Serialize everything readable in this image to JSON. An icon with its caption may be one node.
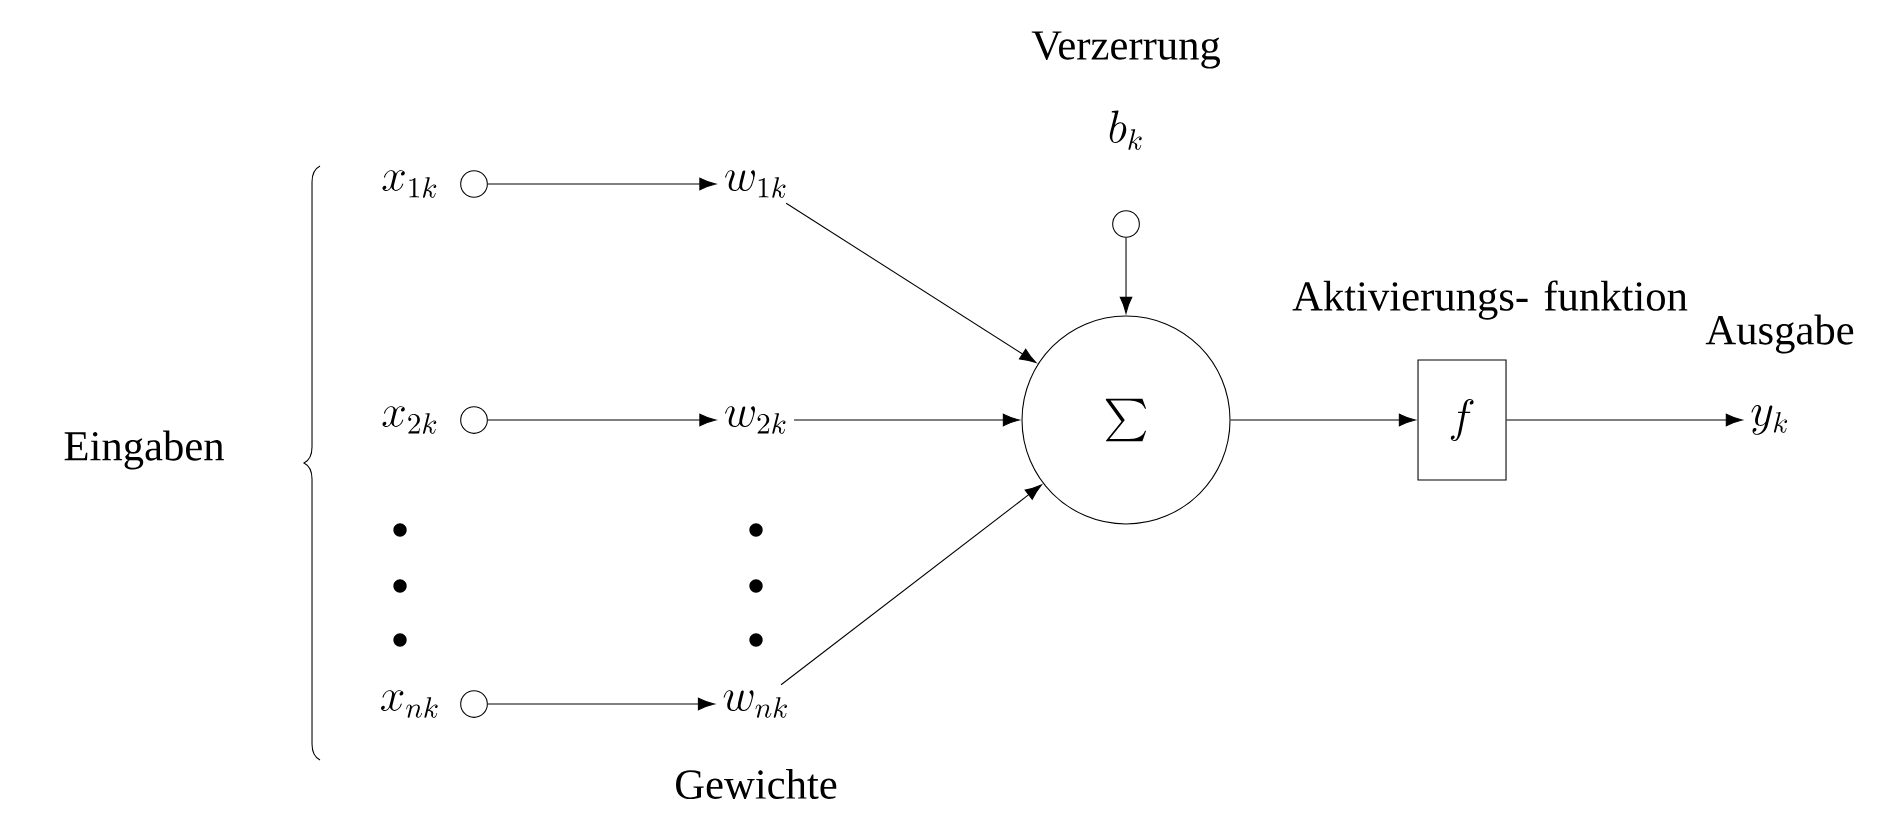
{
  "diagram": {
    "nodes": [
      {
        "text": [],
        "shape": "circle",
        "beside": [
          "x_{1k}"
        ]
      },
      {
        "text": [
          "w_{1k}"
        ]
      },
      {
        "text": [],
        "shape": "circle",
        "beside": [
          "x_{2k}"
        ]
      },
      {
        "text": [
          "w_{2k}"
        ]
      },
      {
        "text": [],
        "shape": "circle",
        "beside": [
          "x_{nk}"
        ]
      },
      {
        "text": [
          "w_{nk}"
        ]
      },
      {
        "text": [
          "\\sum"
        ]
      },
      {
        "text": [],
        "shape": "circle",
        "beside": [
          "Verzerrung",
          "b_k"
        ]
      },
      {
        "text": [
          "f"
        ],
        "beside": [
          "Aktivierungs- funktion"
        ]
      },
      {
        "text": [
          "y_k"
        ],
        "beside": [
          "Ausgabe"
        ]
      }
    ],
    "edges": [
      {
        "from": 0,
        "to": 1,
        "arrow": "to"
      },
      {
        "from": 2,
        "to": 3,
        "arrow": "to"
      },
      {
        "from": 4,
        "to": 5,
        "arrow": "to"
      },
      {
        "from": 1,
        "to": 6,
        "arrow": "to"
      },
      {
        "from": 3,
        "to": 6,
        "arrow": "to"
      },
      {
        "from": 5,
        "to": 6,
        "arrow": "to"
      },
      {
        "from": 7,
        "to": 6,
        "arrow": "to"
      },
      {
        "from": 6,
        "to": 8,
        "arrow": "to"
      },
      {
        "from": 8,
        "to": 9,
        "arrow": "to"
      }
    ],
    "labels": [
      "Eingaben",
      "Gewichte"
    ]
  }
}
